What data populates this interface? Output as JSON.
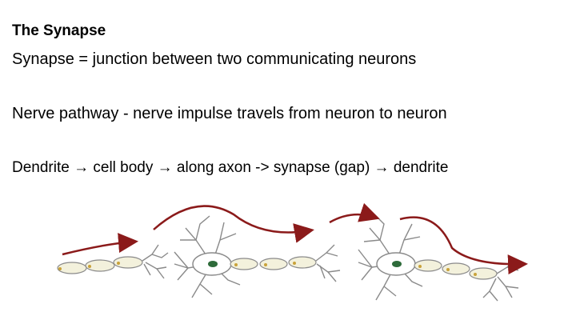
{
  "slide": {
    "title": "The Synapse",
    "lines": [
      "Synapse = junction between two communicating neurons",
      "Nerve pathway - nerve impulse travels from neuron to neuron",
      "Dendrite  → cell body  → along axon -> synapse (gap) → dendrite"
    ]
  },
  "illustration": {
    "icon": "neuron-chain-illustration",
    "colors": {
      "arrow": "#8b1a1a",
      "neuron_outline": "#8a8a8a",
      "axon_fill": "#f3f1dc",
      "nucleus": "#2e6b3a"
    }
  }
}
